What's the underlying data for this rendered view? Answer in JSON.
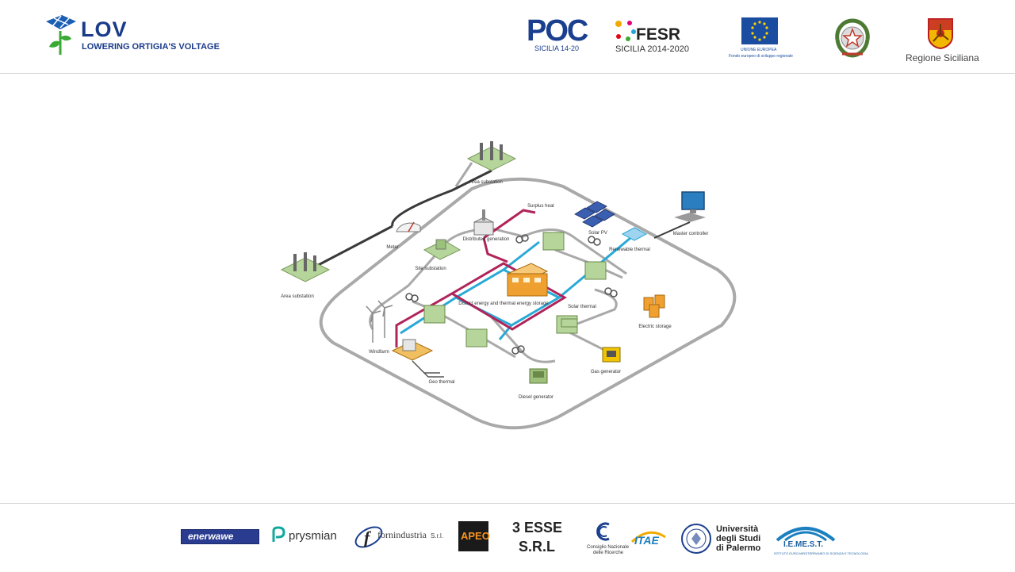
{
  "header": {
    "project_acronym": "LOV",
    "project_name": "LOWERING ORTIGIA'S VOLTAGE",
    "logos": {
      "poc_mark": "POC",
      "poc_sub": "SICILIA 14-20",
      "fesr_mark": "FESR",
      "fesr_sub": "SICILIA 2014-2020",
      "eu_line1": "UNIONE EUROPEA",
      "eu_line2": "Fondo europeo di sviluppo regionale",
      "region_label": "Regione Siciliana"
    }
  },
  "diagram": {
    "labels": {
      "area_substation_top": "Area substation",
      "area_substation_left": "Area substation",
      "meter": "Meter",
      "site_substation": "Site substation",
      "distributed_generation": "Distributed generation",
      "surplus_heat": "Surplus heat",
      "solar_pv": "Solar PV",
      "renewable_thermal": "Renewable thermal",
      "master_controller": "Master controller",
      "district_energy": "District energy and thermal energy storage",
      "solar_thermal": "Solar thermal",
      "electric_storage": "Electric storage",
      "windfarm": "Windfarm",
      "geo_thermal": "Geo thermal",
      "gas_generator": "Gas generator",
      "diesel_generator": "Diesel generator"
    },
    "colors": {
      "ring": "#a9a9a9",
      "electric_line": "#b0245a",
      "thermal_line": "#2aa9d6",
      "building_green": "#b5d59a",
      "building_orange": "#f0a030",
      "dark_line": "#3a3a3a"
    }
  },
  "footer": {
    "partners": {
      "enerwawe": "enerwawe",
      "prysmian": "prysmian",
      "fornindustria": "fornindustria",
      "fornindustria_suffix": "S.r.l.",
      "apeo": "APEO",
      "three_esse_line1": "3 ESSE",
      "three_esse_line2": "S.R.L",
      "cnr_line1": "Consiglio Nazionale",
      "cnr_line2": "delle Ricerche",
      "itae": "ITAE",
      "unipa_line1": "Università",
      "unipa_line2": "degli Studi",
      "unipa_line3": "di Palermo",
      "iemest": "I.E.ME.S.T.",
      "iemest_sub": "ISTITUTO EURO-MEDITERRANEO DI SCIENZA E TECNOLOGIA"
    }
  }
}
